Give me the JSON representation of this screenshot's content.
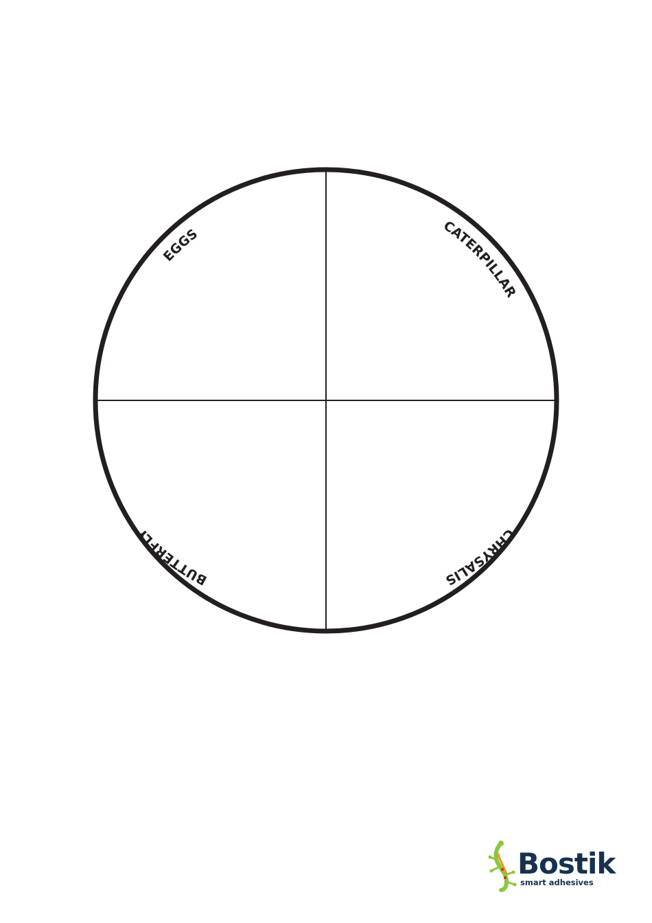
{
  "diagram": {
    "stages": [
      {
        "id": "eggs",
        "label": "EGGS"
      },
      {
        "id": "caterpillar",
        "label": "CATERPILLAR"
      },
      {
        "id": "chrysalis",
        "label": "CHRYSALIS"
      },
      {
        "id": "butterfly",
        "label": "BUTTERFLY"
      }
    ]
  },
  "logo": {
    "brand": "Bostik",
    "tagline": "smart adhesives",
    "colors": {
      "text": "#17324e",
      "gecko_green": "#8dc63f",
      "gecko_orange": "#f7941d"
    }
  },
  "colors": {
    "line": "#231f20",
    "background": "#ffffff"
  }
}
